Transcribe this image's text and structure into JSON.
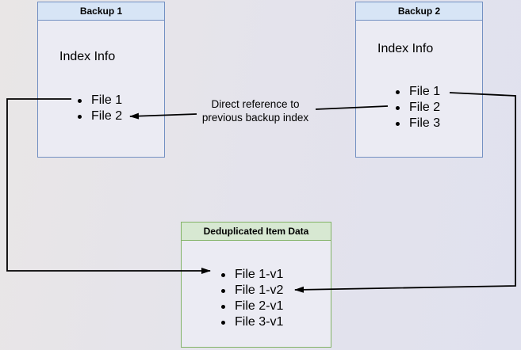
{
  "diagram": {
    "backup1": {
      "title": "Backup 1",
      "subtitle": "Index Info",
      "files": [
        "File 1",
        "File 2"
      ]
    },
    "backup2": {
      "title": "Backup 2",
      "subtitle": "Index Info",
      "files": [
        "File 1",
        "File 2",
        "File 3"
      ]
    },
    "dedup": {
      "title": "Deduplicated Item Data",
      "files": [
        "File 1-v1",
        "File 1-v2",
        "File 2-v1",
        "File 3-v1"
      ]
    },
    "edge_label": {
      "line1": "Direct reference to",
      "line2": "previous backup index"
    },
    "colors": {
      "blue_fill": "#d7e5f6",
      "blue_border": "#7390c2",
      "green_fill": "#d7e8d2",
      "green_border": "#82b366",
      "node_fill": "#ebebf3",
      "bg_left": "#e9e6e6",
      "bg_right": "#e0e1ee",
      "line": "#000000"
    }
  }
}
